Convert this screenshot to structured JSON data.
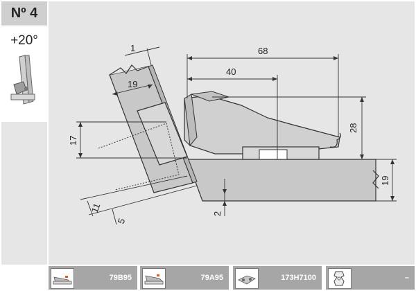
{
  "badge": {
    "label": "Nº 4"
  },
  "angle": {
    "label": "+20°"
  },
  "diagram": {
    "dims": {
      "d68": "68",
      "d40": "40",
      "d28": "28",
      "d19_right": "19",
      "d17": "17",
      "d19_door": "19",
      "d1": "1",
      "d11": "11",
      "d5": "5",
      "d2": "2"
    }
  },
  "footer": {
    "parts": [
      {
        "code": "79B95",
        "icon": "hinge-arm-icon"
      },
      {
        "code": "79A95",
        "icon": "hinge-arm-icon"
      },
      {
        "code": "173H7100",
        "icon": "mounting-plate-icon"
      },
      {
        "code": "–",
        "icon": "cover-cap-icon"
      }
    ]
  },
  "colors": {
    "panel_bg": "#e6e6e6",
    "footer_bar": "#a6a6a6",
    "code_accent": "#e05a1c"
  }
}
